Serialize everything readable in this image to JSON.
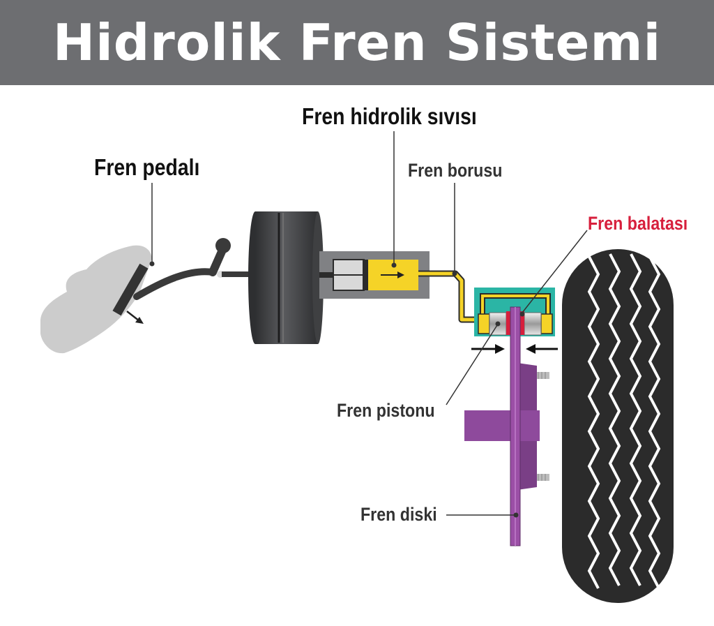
{
  "title": "Hidrolik Fren Sistemi",
  "labels": {
    "fluid": "Fren hidrolik sıvısı",
    "pedal": "Fren pedalı",
    "pipe": "Fren borusu",
    "pad": "Fren balatası",
    "piston": "Fren pistonu",
    "disc": "Fren diski"
  },
  "colors": {
    "header": "#6d6e71",
    "fluid": "#f5d327",
    "caliper": "#2bb5a5",
    "disc": "#9b4fa6",
    "pad": "#d71f3c",
    "tire": "#2b2b2b",
    "metal": "#4a4b4d"
  }
}
